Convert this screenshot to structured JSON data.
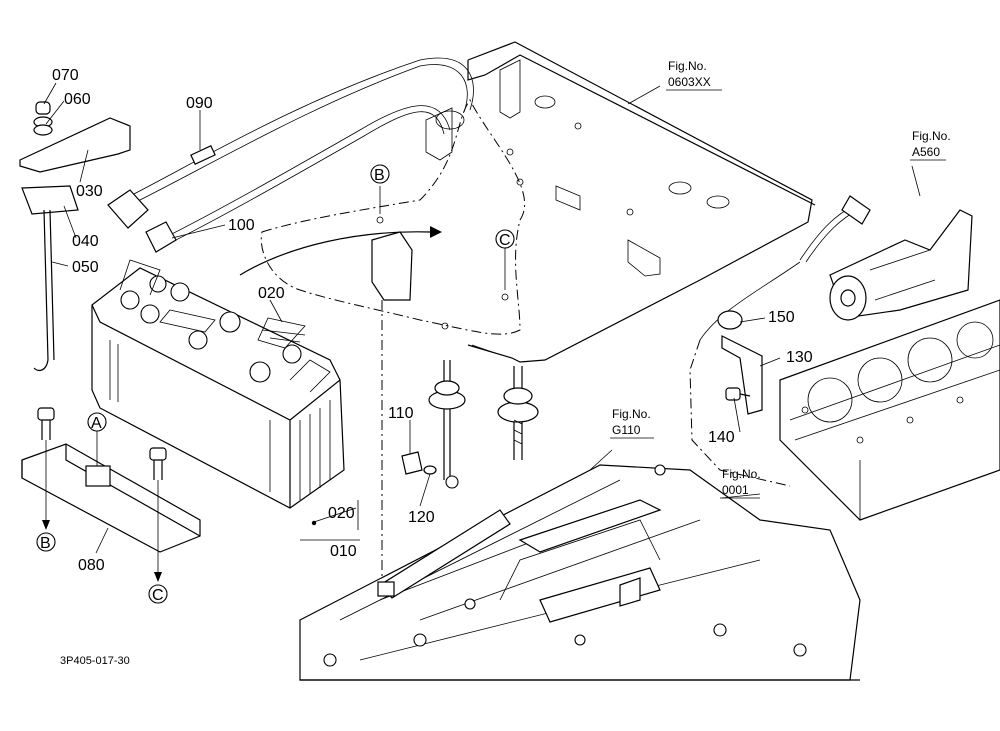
{
  "callouts": {
    "p070": "070",
    "p060": "060",
    "p030": "030",
    "p040": "040",
    "p050": "050",
    "p090": "090",
    "p100": "100",
    "p020a": "020",
    "p020b": "020",
    "p010": "010",
    "p080": "080",
    "p110": "110",
    "p120": "120",
    "p130": "130",
    "p140": "140",
    "p150": "150"
  },
  "markers": {
    "a1": "A",
    "b1": "B",
    "b2": "B",
    "c1": "C",
    "c2": "C"
  },
  "figrefs": {
    "f1_title": "Fig.No.",
    "f1_num": "0603XX",
    "f2_title": "Fig.No.",
    "f2_num": "A560",
    "f3_title": "Fig.No.",
    "f3_num": "G110",
    "f4_title": "Fig.No.",
    "f4_num": "0001"
  },
  "drawing_code": "3P405-017-30"
}
